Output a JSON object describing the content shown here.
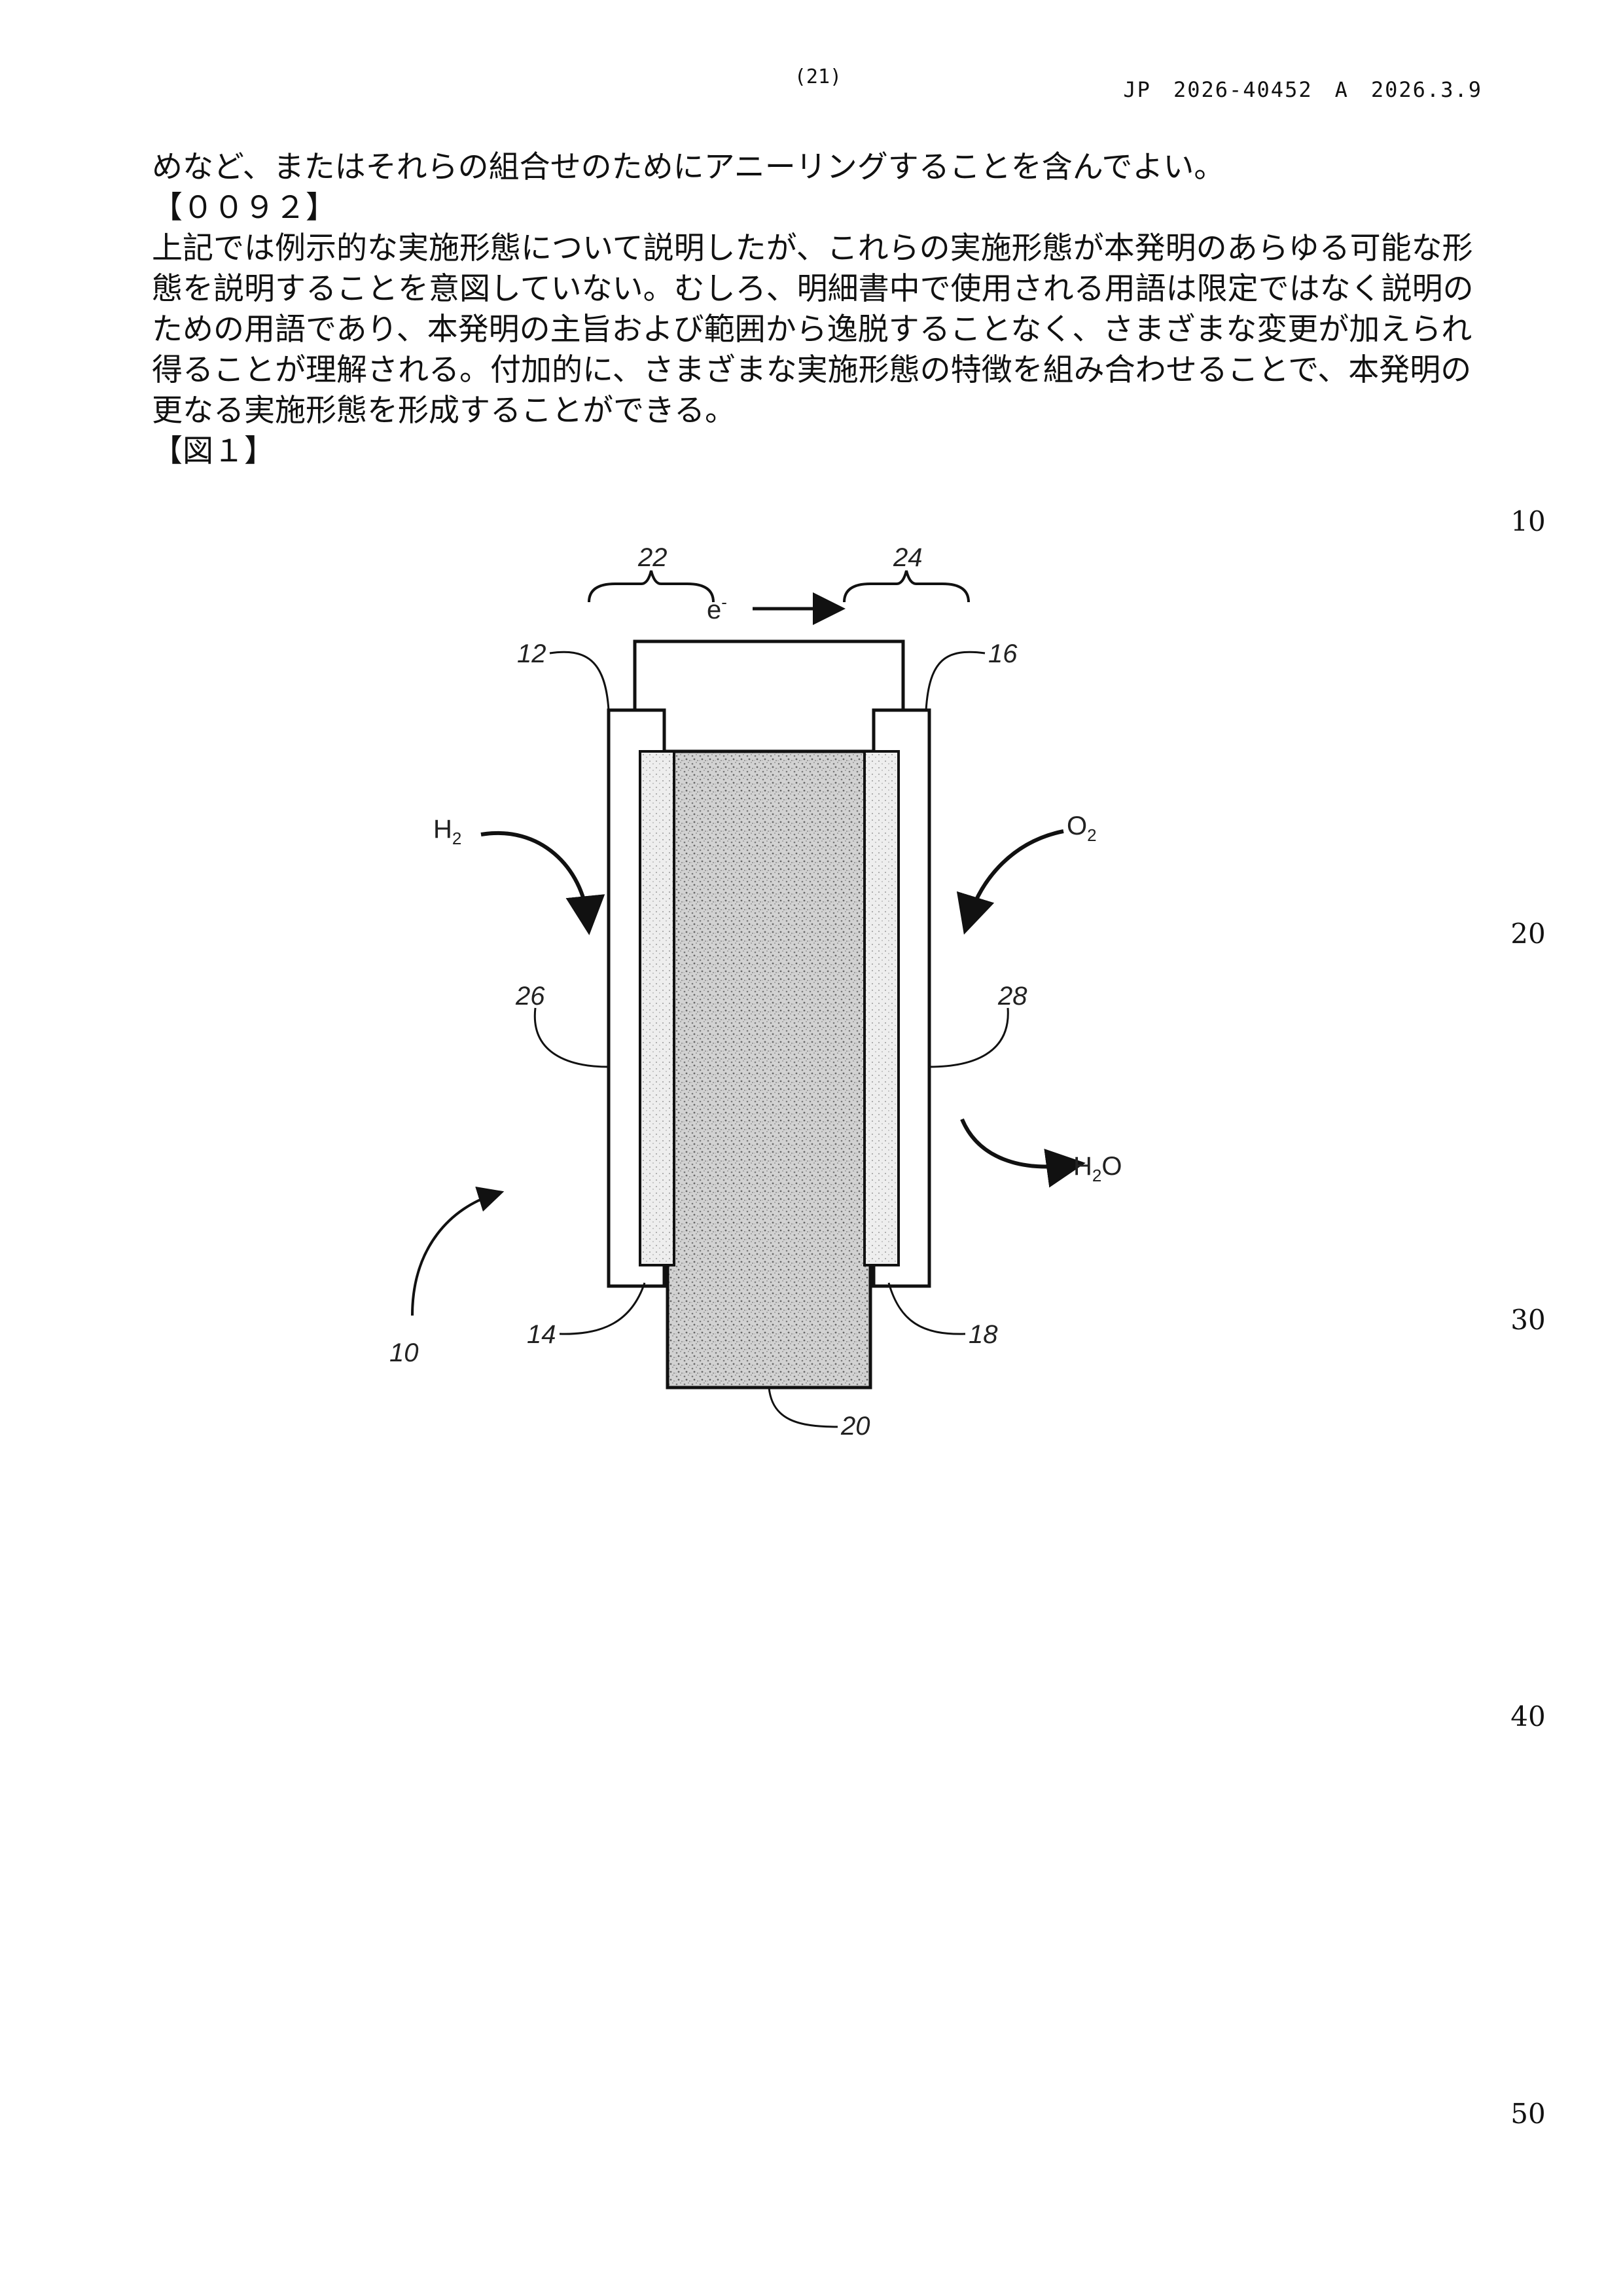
{
  "header": {
    "page_number": "(21)",
    "publication": "JP　2026-40452　A　2026.3.9"
  },
  "body": {
    "line1": "めなど、またはそれらの組合せのためにアニーリングすることを含んでよい。",
    "para_number": "【００９２】",
    "paragraph": "上記では例示的な実施形態について説明したが、これらの実施形態が本発明のあらゆる可能な形態を説明することを意図していない。むしろ、明細書中で使用される用語は限定ではなく説明のための用語であり、本発明の主旨および範囲から逸脱することなく、さまざまな変更が加えられ得ることが理解される。付加的に、さまざまな実施形態の特徴を組み合わせることで、本発明の更なる実施形態を形成することができる。",
    "figure_caption": "【図１】"
  },
  "line_numbers": [
    "10",
    "20",
    "30",
    "40",
    "50"
  ],
  "figure": {
    "labels": {
      "l22": "22",
      "l24": "24",
      "l12": "12",
      "l16": "16",
      "l26": "26",
      "l28": "28",
      "l14": "14",
      "l18": "18",
      "l20": "20",
      "l10": "10"
    },
    "electron": {
      "base": "e",
      "sup": "-"
    },
    "h2": {
      "base": "H",
      "sub": "2"
    },
    "o2": {
      "base": "O",
      "sub": "2"
    },
    "h2o": {
      "base": "H",
      "sub": "2",
      "tail": "O"
    }
  }
}
